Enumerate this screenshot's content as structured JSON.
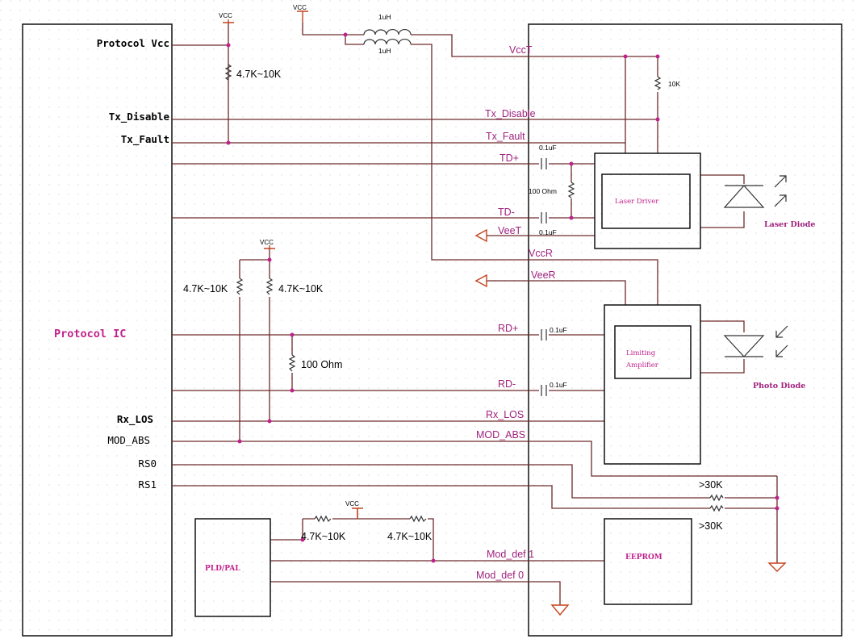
{
  "pins": {
    "protocol_vcc": "Protocol Vcc",
    "tx_disable": "Tx_Disable",
    "tx_fault": "Tx_Fault",
    "protocol_ic": "Protocol IC",
    "rx_los": "Rx_LOS",
    "mod_abs": "MOD_ABS",
    "rs0": "RS0",
    "rs1": "RS1"
  },
  "signals": {
    "vcct": "VccT",
    "tx_disable": "Tx_Disable",
    "tx_fault": "Tx_Fault",
    "td_plus": "TD+",
    "td_minus": "TD-",
    "veet": "VeeT",
    "vccr": "VccR",
    "veer": "VeeR",
    "rd_plus": "RD+",
    "rd_minus": "RD-",
    "rx_los": "Rx_LOS",
    "mod_abs": "MOD_ABS",
    "mod_def1": "Mod_def 1",
    "mod_def0": "Mod_def 0"
  },
  "components": {
    "vcc": "VCC",
    "inductor": "1uH",
    "pullup_range": "4.7K~10K",
    "r_10k": "10K",
    "cap": "0.1uF",
    "r_100_small": "100 Ohm",
    "r_100": "100 Ohm",
    "r_30k": ">30K"
  },
  "blocks": {
    "laser_driver": "Laser Driver",
    "limiting_amp_1": "Limiting",
    "limiting_amp_2": "Amplifier",
    "laser_diode": "Laser Diode",
    "photo_diode": "Photo Diode",
    "pld": "PLD/PAL",
    "eeprom": "EEPROM"
  },
  "colors": {
    "wire": "#6e2a2a",
    "junction": "#c0228c",
    "signal_label": "#a0217e",
    "ground": "#c4421c"
  }
}
